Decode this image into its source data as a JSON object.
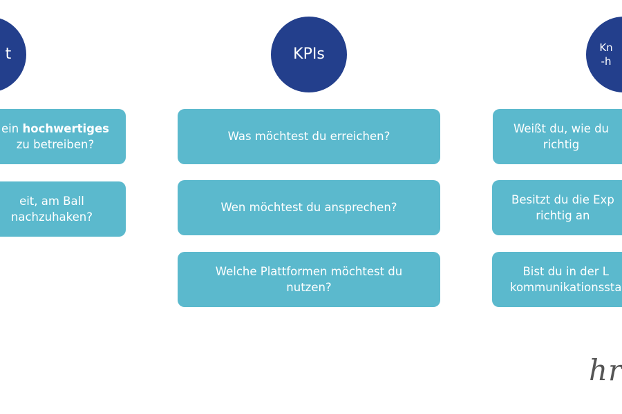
{
  "columns": [
    {
      "heading": "t",
      "boxes": [
        {
          "pre": "ein ",
          "strong": "hochwertiges",
          "post": "\nzu betreiben?"
        },
        {
          "pre": "eit, am Ball\nnachzuhaken?",
          "strong": "",
          "post": ""
        }
      ]
    },
    {
      "heading": "KPIs",
      "boxes": [
        {
          "pre": "Was möchtest du erreichen?",
          "strong": "",
          "post": ""
        },
        {
          "pre": "Wen möchtest du ansprechen?",
          "strong": "",
          "post": ""
        },
        {
          "pre": "Welche Plattformen möchtest du\nnutzen?",
          "strong": "",
          "post": ""
        }
      ]
    },
    {
      "heading": "Kn\n-h",
      "boxes": [
        {
          "pre": "Weißt du, wie du\nrichtig",
          "strong": "",
          "post": ""
        },
        {
          "pre": "Besitzt du die Exp\nrichtig an",
          "strong": "",
          "post": ""
        },
        {
          "pre": "Bist du in der L\nkommunikationssta",
          "strong": "",
          "post": ""
        }
      ]
    }
  ],
  "logo": {
    "text": "hr"
  },
  "colors": {
    "circle": "#233f8c",
    "box": "#5bb9cd",
    "text_on_dark": "#ffffff",
    "logo": "#555555"
  }
}
